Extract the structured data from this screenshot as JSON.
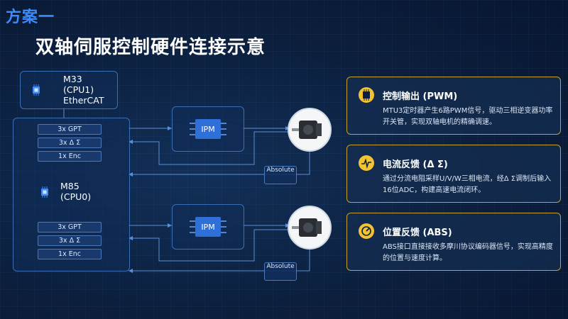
{
  "header": {
    "tag": "方案一",
    "title": "双轴伺服控制硬件连接示意"
  },
  "cpu1": {
    "lines": [
      "M33",
      "(CPU1)",
      "EtherCAT"
    ]
  },
  "cpu0": {
    "lines": [
      "M85",
      "(CPU0)"
    ],
    "axis1_pills": [
      "3x GPT",
      "3x Δ Σ",
      "1x Enc"
    ],
    "axis2_pills": [
      "3x GPT",
      "3x Δ Σ",
      "1x Enc"
    ]
  },
  "axis1": {
    "ipm_label": "IPM",
    "abs_label": "Absolute"
  },
  "axis2": {
    "ipm_label": "IPM",
    "abs_label": "Absolute"
  },
  "cards": [
    {
      "title": "控制输出 (PWM)",
      "icon": "chip-icon",
      "desc": "MTU3定时器产生6路PWM信号，驱动三相逆变器功率开关管，实现双轴电机的精确调速。"
    },
    {
      "title": "电流反馈 (Δ Σ)",
      "icon": "waveform-icon",
      "desc": "通过分流电阻采样U/V/W三相电流，经Δ Σ调制后输入16位ADC，构建高速电流闭环。"
    },
    {
      "title": "位置反馈 (ABS)",
      "icon": "gauge-icon",
      "desc": "ABS接口直接接收多摩川协议编码器信号，实现高精度的位置与速度计算。"
    }
  ],
  "colors": {
    "accent": "#3d8bff",
    "card_border": "#c9a227",
    "card_icon": "#f2c230",
    "box_border": "#3b6fb5"
  }
}
